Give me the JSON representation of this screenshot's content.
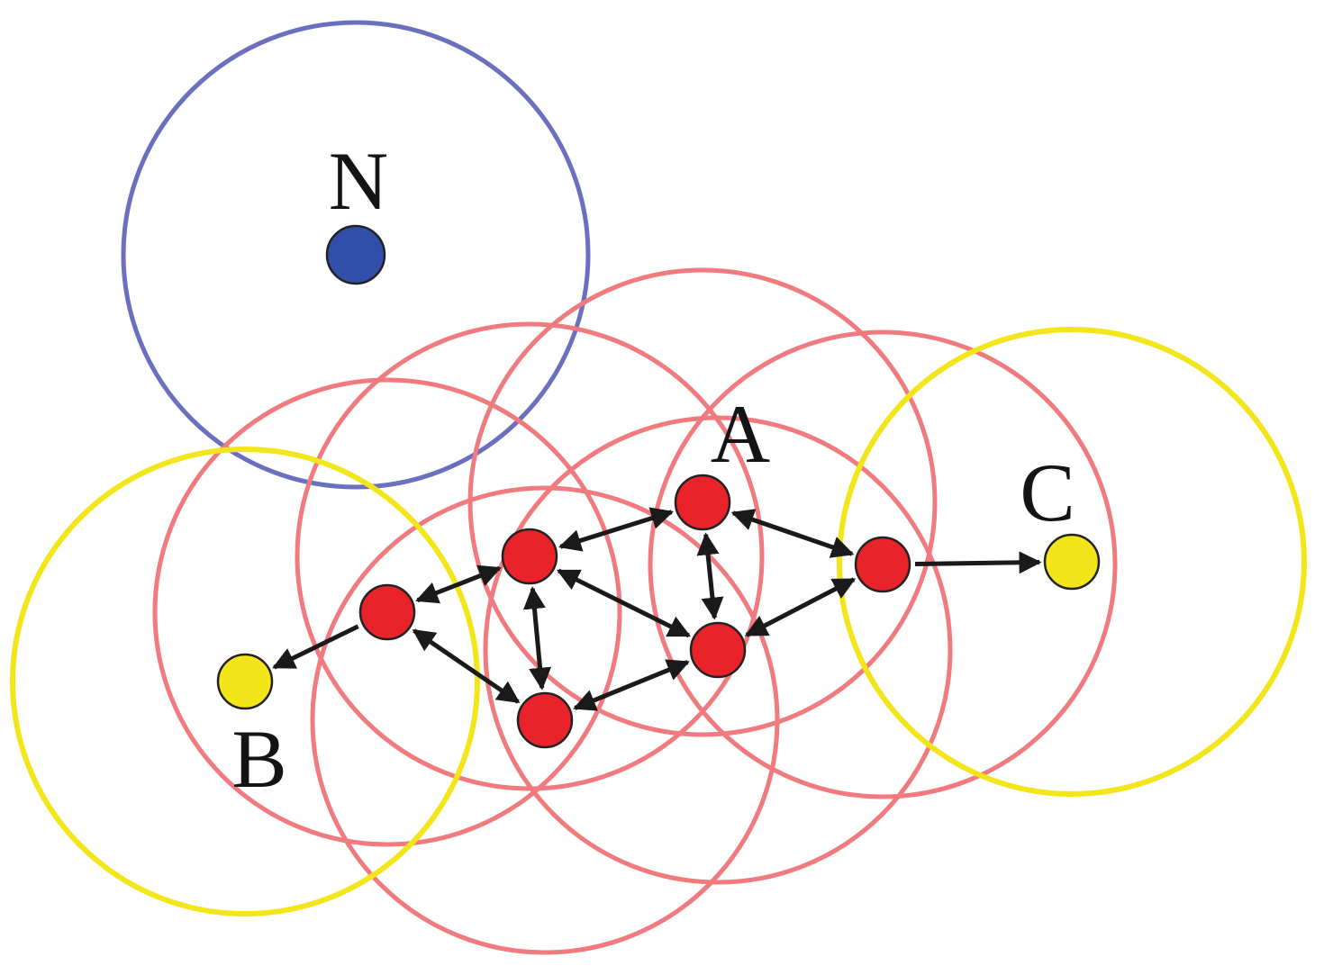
{
  "colors": {
    "core": "#e8232a",
    "core_ring": "#f07a7e",
    "border": "#f2e51a",
    "border_ring": "#f2e51a",
    "noise": "#2f4fa8",
    "noise_ring": "#6a6fbf",
    "arrow": "#1a1a1a"
  },
  "labels": {
    "noise": "N",
    "core_a": "A",
    "border_b": "B",
    "border_c": "C"
  },
  "points": [
    {
      "id": "n",
      "type": "noise",
      "label_key": "noise"
    },
    {
      "id": "p1",
      "type": "core"
    },
    {
      "id": "p2",
      "type": "core"
    },
    {
      "id": "p3",
      "type": "core"
    },
    {
      "id": "a",
      "type": "core",
      "label_key": "core_a"
    },
    {
      "id": "p5",
      "type": "core"
    },
    {
      "id": "p6",
      "type": "core"
    },
    {
      "id": "b",
      "type": "border",
      "label_key": "border_b"
    },
    {
      "id": "c",
      "type": "border",
      "label_key": "border_c"
    }
  ],
  "edges": [
    {
      "from": "p1",
      "to": "p2",
      "directed": "both"
    },
    {
      "from": "p1",
      "to": "p3",
      "directed": "both"
    },
    {
      "from": "p1",
      "to": "b",
      "directed": "forward"
    },
    {
      "from": "p2",
      "to": "p3",
      "directed": "both"
    },
    {
      "from": "p2",
      "to": "a",
      "directed": "both"
    },
    {
      "from": "p2",
      "to": "p5",
      "directed": "both"
    },
    {
      "from": "p3",
      "to": "p5",
      "directed": "both"
    },
    {
      "from": "a",
      "to": "p5",
      "directed": "both"
    },
    {
      "from": "a",
      "to": "p6",
      "directed": "both"
    },
    {
      "from": "p5",
      "to": "p6",
      "directed": "both"
    },
    {
      "from": "p6",
      "to": "c",
      "directed": "forward"
    }
  ]
}
